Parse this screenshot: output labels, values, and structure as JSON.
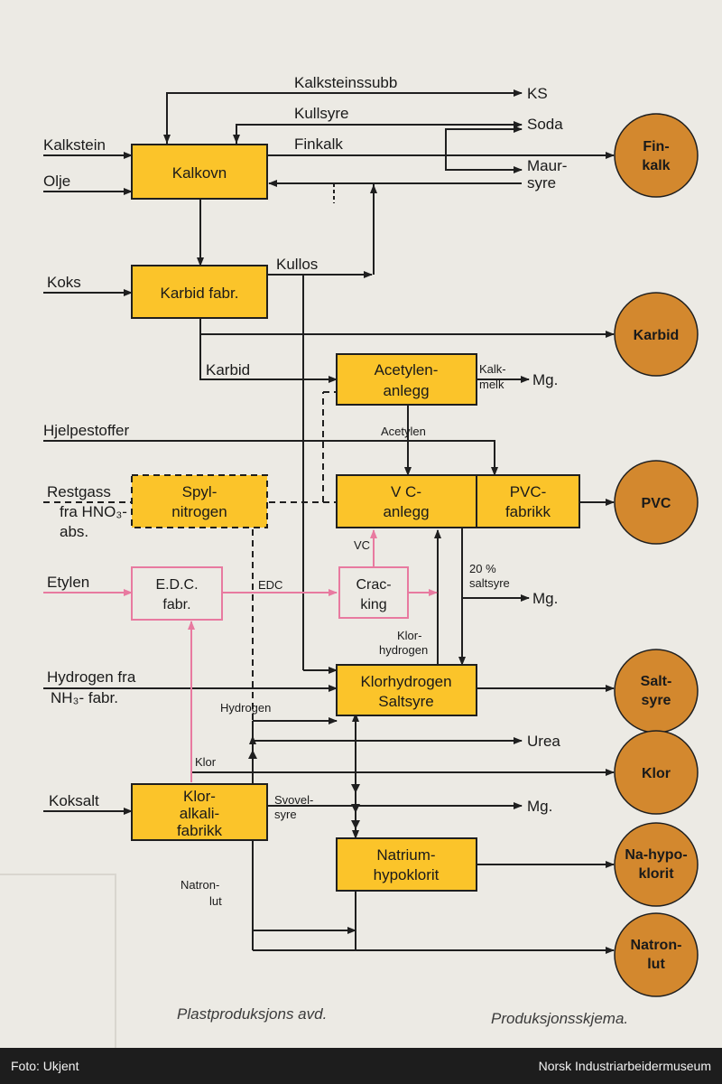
{
  "colors": {
    "paper": "#eceae4",
    "box": "#fbc42a",
    "circle": "#d3882e",
    "line": "#1f1f1f",
    "pink": "#e87aa0",
    "text": "#1a1a1a"
  },
  "footer": {
    "photo_credit": "Foto: Ukjent",
    "museum": "Norsk Industriarbeidermuseum"
  },
  "captions": {
    "department": "Plastproduksjons avd.",
    "schema": "Produksjonsskjema."
  },
  "boxes": {
    "kalkovn": [
      "Kalkovn"
    ],
    "karbid": [
      "Karbid fabr."
    ],
    "acetylen": [
      "Acetylen-",
      "anlegg"
    ],
    "spyl": [
      "Spyl-",
      "nitrogen"
    ],
    "vc": [
      "V C-",
      "anlegg"
    ],
    "pvcfab": [
      "PVC-",
      "fabrikk"
    ],
    "edc": [
      "E.D.C.",
      "fabr."
    ],
    "cracking": [
      "Crac-",
      "king"
    ],
    "klorhydrogen": [
      "Klorhydrogen",
      "Saltsyre"
    ],
    "kloralkali": [
      "Klor-",
      "alkali-",
      "fabrikk"
    ],
    "natrium": [
      "Natrium-",
      "hypoklorit"
    ]
  },
  "products": {
    "finkalk": [
      "Fin-",
      "kalk"
    ],
    "karbid": [
      "Karbid"
    ],
    "pvc": [
      "PVC"
    ],
    "saltsyre": [
      "Salt-",
      "syre"
    ],
    "klor": [
      "Klor"
    ],
    "nahypo": [
      "Na-hypo-",
      "klorit"
    ],
    "natronlut": [
      "Natron-",
      "lut"
    ]
  },
  "inputs": {
    "kalkstein": "Kalkstein",
    "olje": "Olje",
    "koks": "Koks",
    "hjelpestoffer": "Hjelpestoffer",
    "restgass": "Restgass",
    "fra_hno": "fra HNO₃-",
    "abs": "abs.",
    "etylen": "Etylen",
    "hydrogen_fra": "Hydrogen  fra",
    "nh3": "NH₃- fabr.",
    "koksalt": "Koksalt"
  },
  "outputs": {
    "ks": "KS",
    "soda": "Soda",
    "maur": "Maur-",
    "syre": "syre",
    "mg1": "Mg.",
    "mg2": "Mg.",
    "mg3": "Mg.",
    "urea": "Urea"
  },
  "flows": {
    "kalksteinssubb": "Kalksteinssubb",
    "kullsyre": "Kullsyre",
    "finkalk": "Finkalk",
    "kullos": "Kullos",
    "karbid": "Karbid",
    "kalk": "Kalk-",
    "melk": "melk",
    "acetylen": "Acetylen",
    "vc": "VC",
    "edc": "EDC",
    "pct20": "20 %",
    "saltsyre": "saltsyre",
    "klor_h1": "Klor-",
    "klor_h2": "hydrogen",
    "hydrogen": "Hydrogen",
    "klor": "Klor",
    "svovel": "Svovel-",
    "svovel_syre": "syre",
    "natron": "Natron-",
    "lut": "lut"
  }
}
